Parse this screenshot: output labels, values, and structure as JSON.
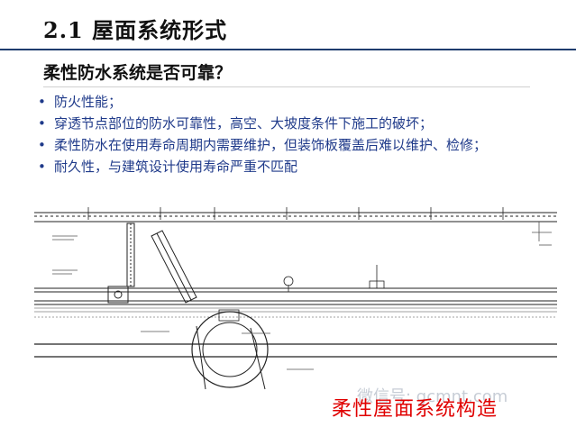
{
  "slide": {
    "title": "2.1 屋面系统形式",
    "subtitle": "柔性防水系统是否可靠？",
    "bullets": [
      "防火性能；",
      "穿透节点部位的防水可靠性，高空、大坡度条件下施工的破坏；",
      "柔性防水在使用寿命周期内需要维护，但装饰板覆盖后难以维护、检修；",
      "耐久性，与建筑设计使用寿命严重不匹配"
    ],
    "bullet_symbol": "•",
    "caption": "柔性屋面系统构造",
    "watermark": "微信号: gcmnt.com",
    "colors": {
      "title": "#111111",
      "bullet_text": "#1f3a8a",
      "rule": "#1f3c6e",
      "caption": "#e00000"
    }
  }
}
